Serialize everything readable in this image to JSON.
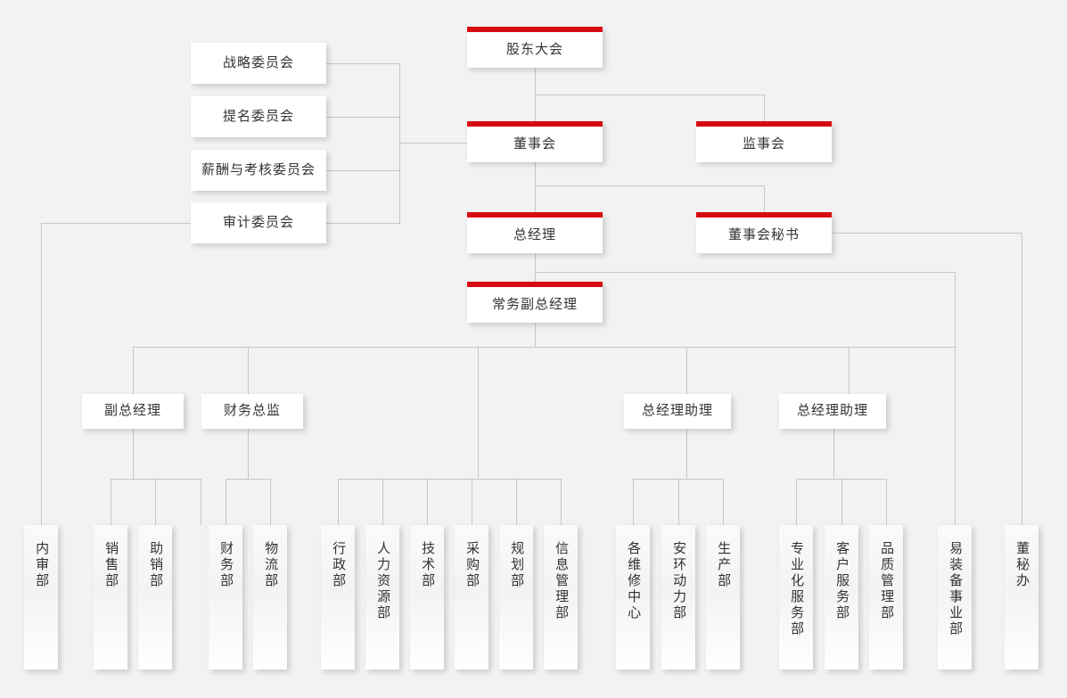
{
  "colors": {
    "accent": "#d60b13",
    "line": "#c6c6c6",
    "background": "#f2f2f2",
    "text": "#333333"
  },
  "chart_title": "",
  "top_nodes": [
    {
      "id": "shareholders",
      "label": "股东大会",
      "accent": true
    },
    {
      "id": "board",
      "label": "董事会",
      "accent": true
    },
    {
      "id": "supervisors",
      "label": "监事会",
      "accent": true
    },
    {
      "id": "gm",
      "label": "总经理",
      "accent": true
    },
    {
      "id": "board-secretary",
      "label": "董事会秘书",
      "accent": true
    },
    {
      "id": "exec-vice-gm",
      "label": "常务副总经理",
      "accent": true
    }
  ],
  "committees": [
    {
      "id": "strategy",
      "label": "战略委员会"
    },
    {
      "id": "nomination",
      "label": "提名委员会"
    },
    {
      "id": "compensation",
      "label": "薪酬与考核委员会"
    },
    {
      "id": "audit",
      "label": "审计委员会"
    }
  ],
  "managers": [
    {
      "id": "vice-gm",
      "label": "副总经理"
    },
    {
      "id": "cfo",
      "label": "财务总监"
    },
    {
      "id": "gm-assistant-1",
      "label": "总经理助理"
    },
    {
      "id": "gm-assistant-2",
      "label": "总经理助理"
    }
  ],
  "departments": [
    {
      "id": "internal-audit",
      "label": "内审部"
    },
    {
      "id": "sales",
      "label": "销售部"
    },
    {
      "id": "sales-support",
      "label": "助销部"
    },
    {
      "id": "finance",
      "label": "财务部"
    },
    {
      "id": "logistics",
      "label": "物流部"
    },
    {
      "id": "administration",
      "label": "行政部"
    },
    {
      "id": "human-resources",
      "label": "人力资源部"
    },
    {
      "id": "technology",
      "label": "技术部"
    },
    {
      "id": "procurement",
      "label": "采购部"
    },
    {
      "id": "planning",
      "label": "规划部"
    },
    {
      "id": "information-management",
      "label": "信息管理部"
    },
    {
      "id": "maintenance-centers",
      "label": "各维修中心"
    },
    {
      "id": "safety-environment-power",
      "label": "安环动力部"
    },
    {
      "id": "production",
      "label": "生产部"
    },
    {
      "id": "professional-service",
      "label": "专业化服务部"
    },
    {
      "id": "customer-service",
      "label": "客户服务部"
    },
    {
      "id": "quality-management",
      "label": "品质管理部"
    },
    {
      "id": "easy-equipment-division",
      "label": "易装备事业部"
    },
    {
      "id": "board-secretary-office",
      "label": "董秘办"
    }
  ]
}
